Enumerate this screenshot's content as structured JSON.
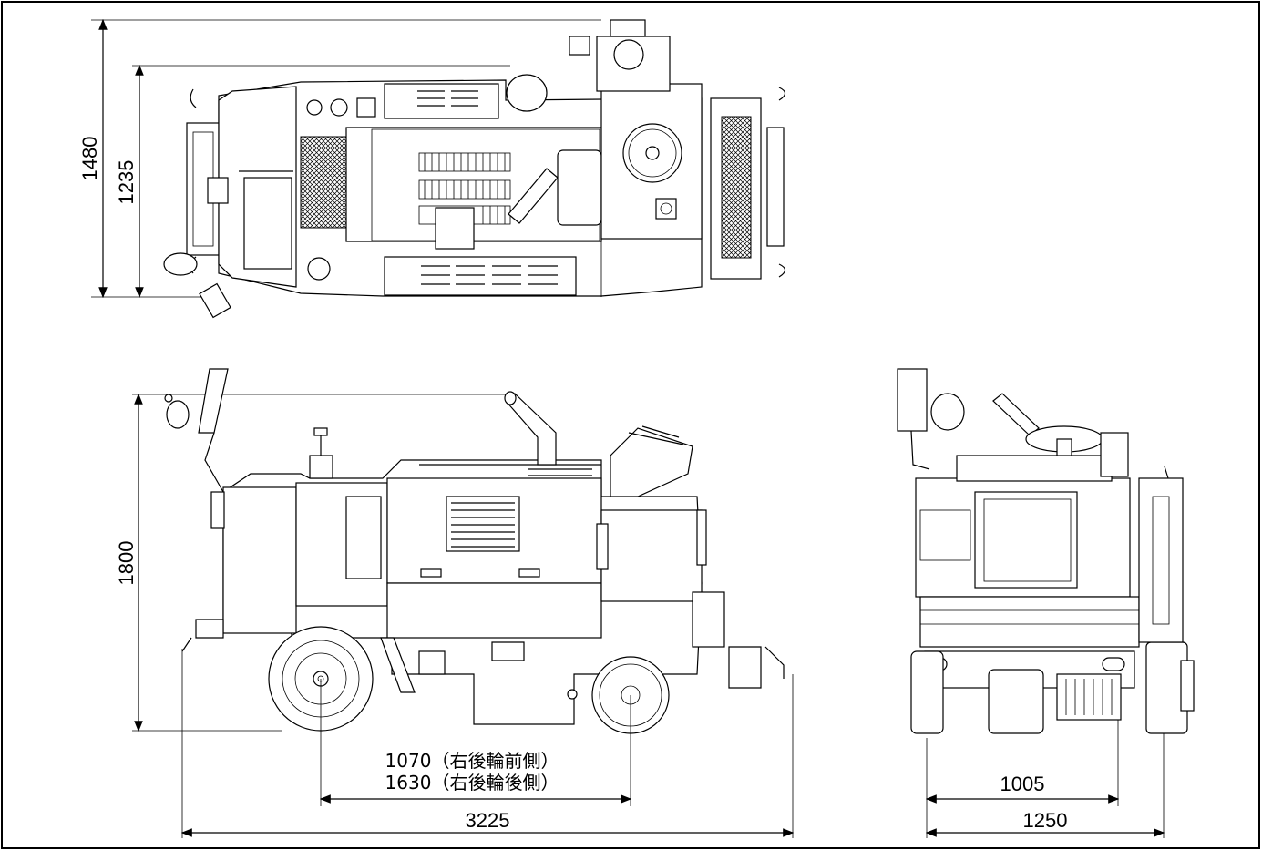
{
  "dimensions": {
    "top_view_overall_width": "1480",
    "top_view_track_width": "1235",
    "side_view_height": "1800",
    "rear_wheel_front_label": "1070（右後輪前側）",
    "rear_wheel_rear_label": "1630（右後輪後側）",
    "side_view_length": "3225",
    "front_view_inner_width": "1005",
    "front_view_overall_width": "1250"
  },
  "colors": {
    "line": "#000000",
    "background": "#ffffff"
  }
}
